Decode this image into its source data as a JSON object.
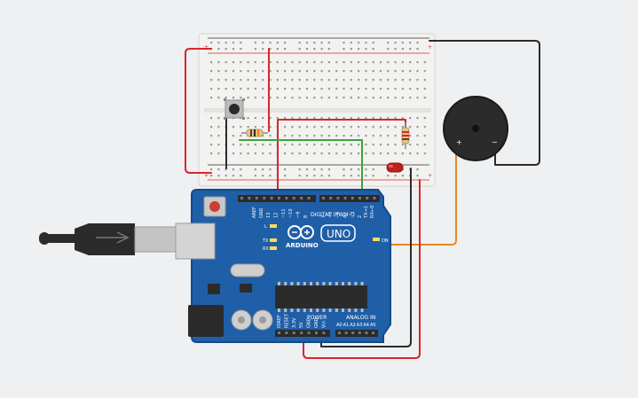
{
  "arduino": {
    "brand": "ARDUINO",
    "model": "UNO",
    "digital_header": "DIGITAL (PWM~)",
    "power_header": "POWER",
    "analog_header": "ANALOG IN",
    "aref_label": "AREF",
    "gnd_label": "GND",
    "led_l": "L",
    "led_tx": "TX",
    "led_rx": "RX",
    "on_label": "ON",
    "tx_pin": "TX→1",
    "rx_pin": "RX←0",
    "digital_pins": [
      "13",
      "12",
      "~11",
      "~10",
      "~9",
      "8",
      "7",
      "~6",
      "~5",
      "4",
      "~3",
      "2"
    ],
    "power_pins": [
      "IOREF",
      "RESET",
      "3.3V",
      "5V",
      "GND",
      "GND",
      "Vin"
    ],
    "analog_pins": [
      "A0",
      "A1",
      "A2",
      "A3",
      "A4",
      "A5"
    ]
  },
  "buzzer": {
    "plus": "+",
    "minus": "−"
  },
  "colors": {
    "board": "#1f5fa8",
    "board_edge": "#154a86",
    "wire_red": "#d7262b",
    "wire_black": "#2b2b2b",
    "wire_green": "#3da53a",
    "wire_orange": "#e8891c",
    "led": "#c0211f",
    "breadboard": "#f2f2f0"
  }
}
